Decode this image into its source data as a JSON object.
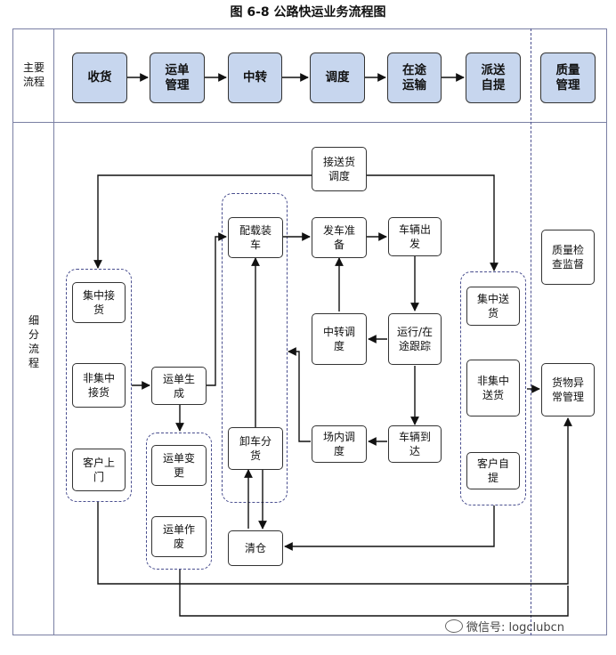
{
  "title": "图 6-8 公路快运业务流程图",
  "rows": {
    "main": "主要\n流程",
    "detail": "细\n分\n流\n程"
  },
  "main_flow": [
    "收货",
    "运单\n管理",
    "中转",
    "调度",
    "在途\n运输",
    "派送\n自提",
    "质量\n管理"
  ],
  "nodes": {
    "dispatch": "接送货\n调度",
    "central_pickup": "集中接\n货",
    "noncentral_pickup": "非集中\n接货",
    "customer_visit": "客户上\n门",
    "waybill_gen": "运单生\n成",
    "waybill_change": "运单变\n更",
    "waybill_void": "运单作\n废",
    "load": "配载装\n车",
    "unload": "卸车分\n货",
    "clear": "清仓",
    "depart_prep": "发车准\n备",
    "vehicle_depart": "车辆出\n发",
    "transfer_dispatch": "中转调\n度",
    "transit_track": "运行/在\n途跟踪",
    "yard_dispatch": "场内调\n度",
    "vehicle_arrive": "车辆到\n达",
    "central_delivery": "集中送\n货",
    "noncentral_delivery": "非集中\n送货",
    "customer_pickup": "客户自\n提",
    "quality_check": "质量检\n查监督",
    "cargo_exception": "货物异\n常管理"
  },
  "watermark": "微信号: logclubcn"
}
